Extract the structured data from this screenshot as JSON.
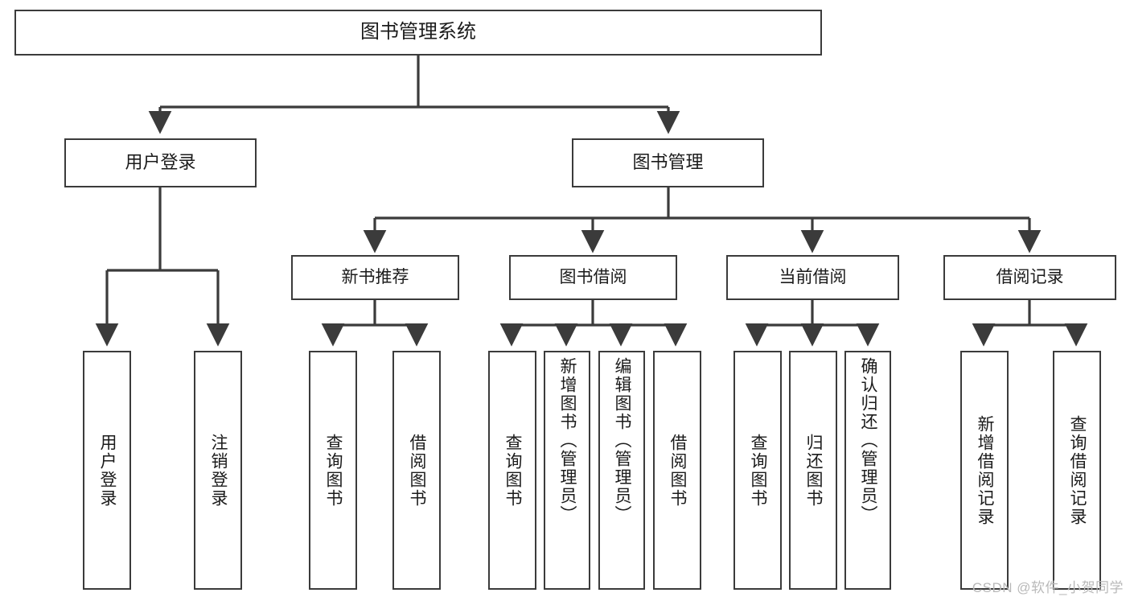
{
  "diagram": {
    "title": "图书管理系统",
    "type": "tree-hierarchy-chart",
    "watermark": "CSDN @软件_小贺同学",
    "colors": {
      "background": "#ffffff",
      "box_border": "#3b3b3b",
      "box_fill": "#ffffff",
      "text": "#1b1b1b",
      "edge": "#3b3b3b",
      "watermark": "#b9b9b9"
    },
    "root": {
      "id": "root",
      "label": "图书管理系统"
    },
    "level1": [
      {
        "id": "user-login",
        "label": "用户登录"
      },
      {
        "id": "book-management",
        "label": "图书管理"
      }
    ],
    "level2": [
      {
        "id": "new-book-recommend",
        "label": "新书推荐",
        "parent": "book-management"
      },
      {
        "id": "book-borrow",
        "label": "图书借阅",
        "parent": "book-management"
      },
      {
        "id": "current-borrow",
        "label": "当前借阅",
        "parent": "book-management"
      },
      {
        "id": "borrow-record",
        "label": "借阅记录",
        "parent": "book-management"
      }
    ],
    "leaves": {
      "user-login": [
        {
          "id": "leaf-user-login",
          "label": "用户登录"
        },
        {
          "id": "leaf-logout-login",
          "label": "注销登录"
        }
      ],
      "new-book-recommend": [
        {
          "id": "leaf-query-book-1",
          "label": "查询图书"
        },
        {
          "id": "leaf-borrow-book-1",
          "label": "借阅图书"
        }
      ],
      "book-borrow": [
        {
          "id": "leaf-query-book-2",
          "label": "查询图书"
        },
        {
          "id": "leaf-add-book-admin",
          "label": "新增图书（管理员）"
        },
        {
          "id": "leaf-edit-book-admin",
          "label": "编辑图书（管理员）"
        },
        {
          "id": "leaf-borrow-book-2",
          "label": "借阅图书"
        }
      ],
      "current-borrow": [
        {
          "id": "leaf-query-book-3",
          "label": "查询图书"
        },
        {
          "id": "leaf-return-book",
          "label": "归还图书"
        },
        {
          "id": "leaf-confirm-return-admin",
          "label": "确认归还（管理员）"
        }
      ],
      "borrow-record": [
        {
          "id": "leaf-add-borrow-record",
          "label": "新增借阅记录"
        },
        {
          "id": "leaf-query-borrow-record",
          "label": "查询借阅记录"
        }
      ]
    }
  }
}
